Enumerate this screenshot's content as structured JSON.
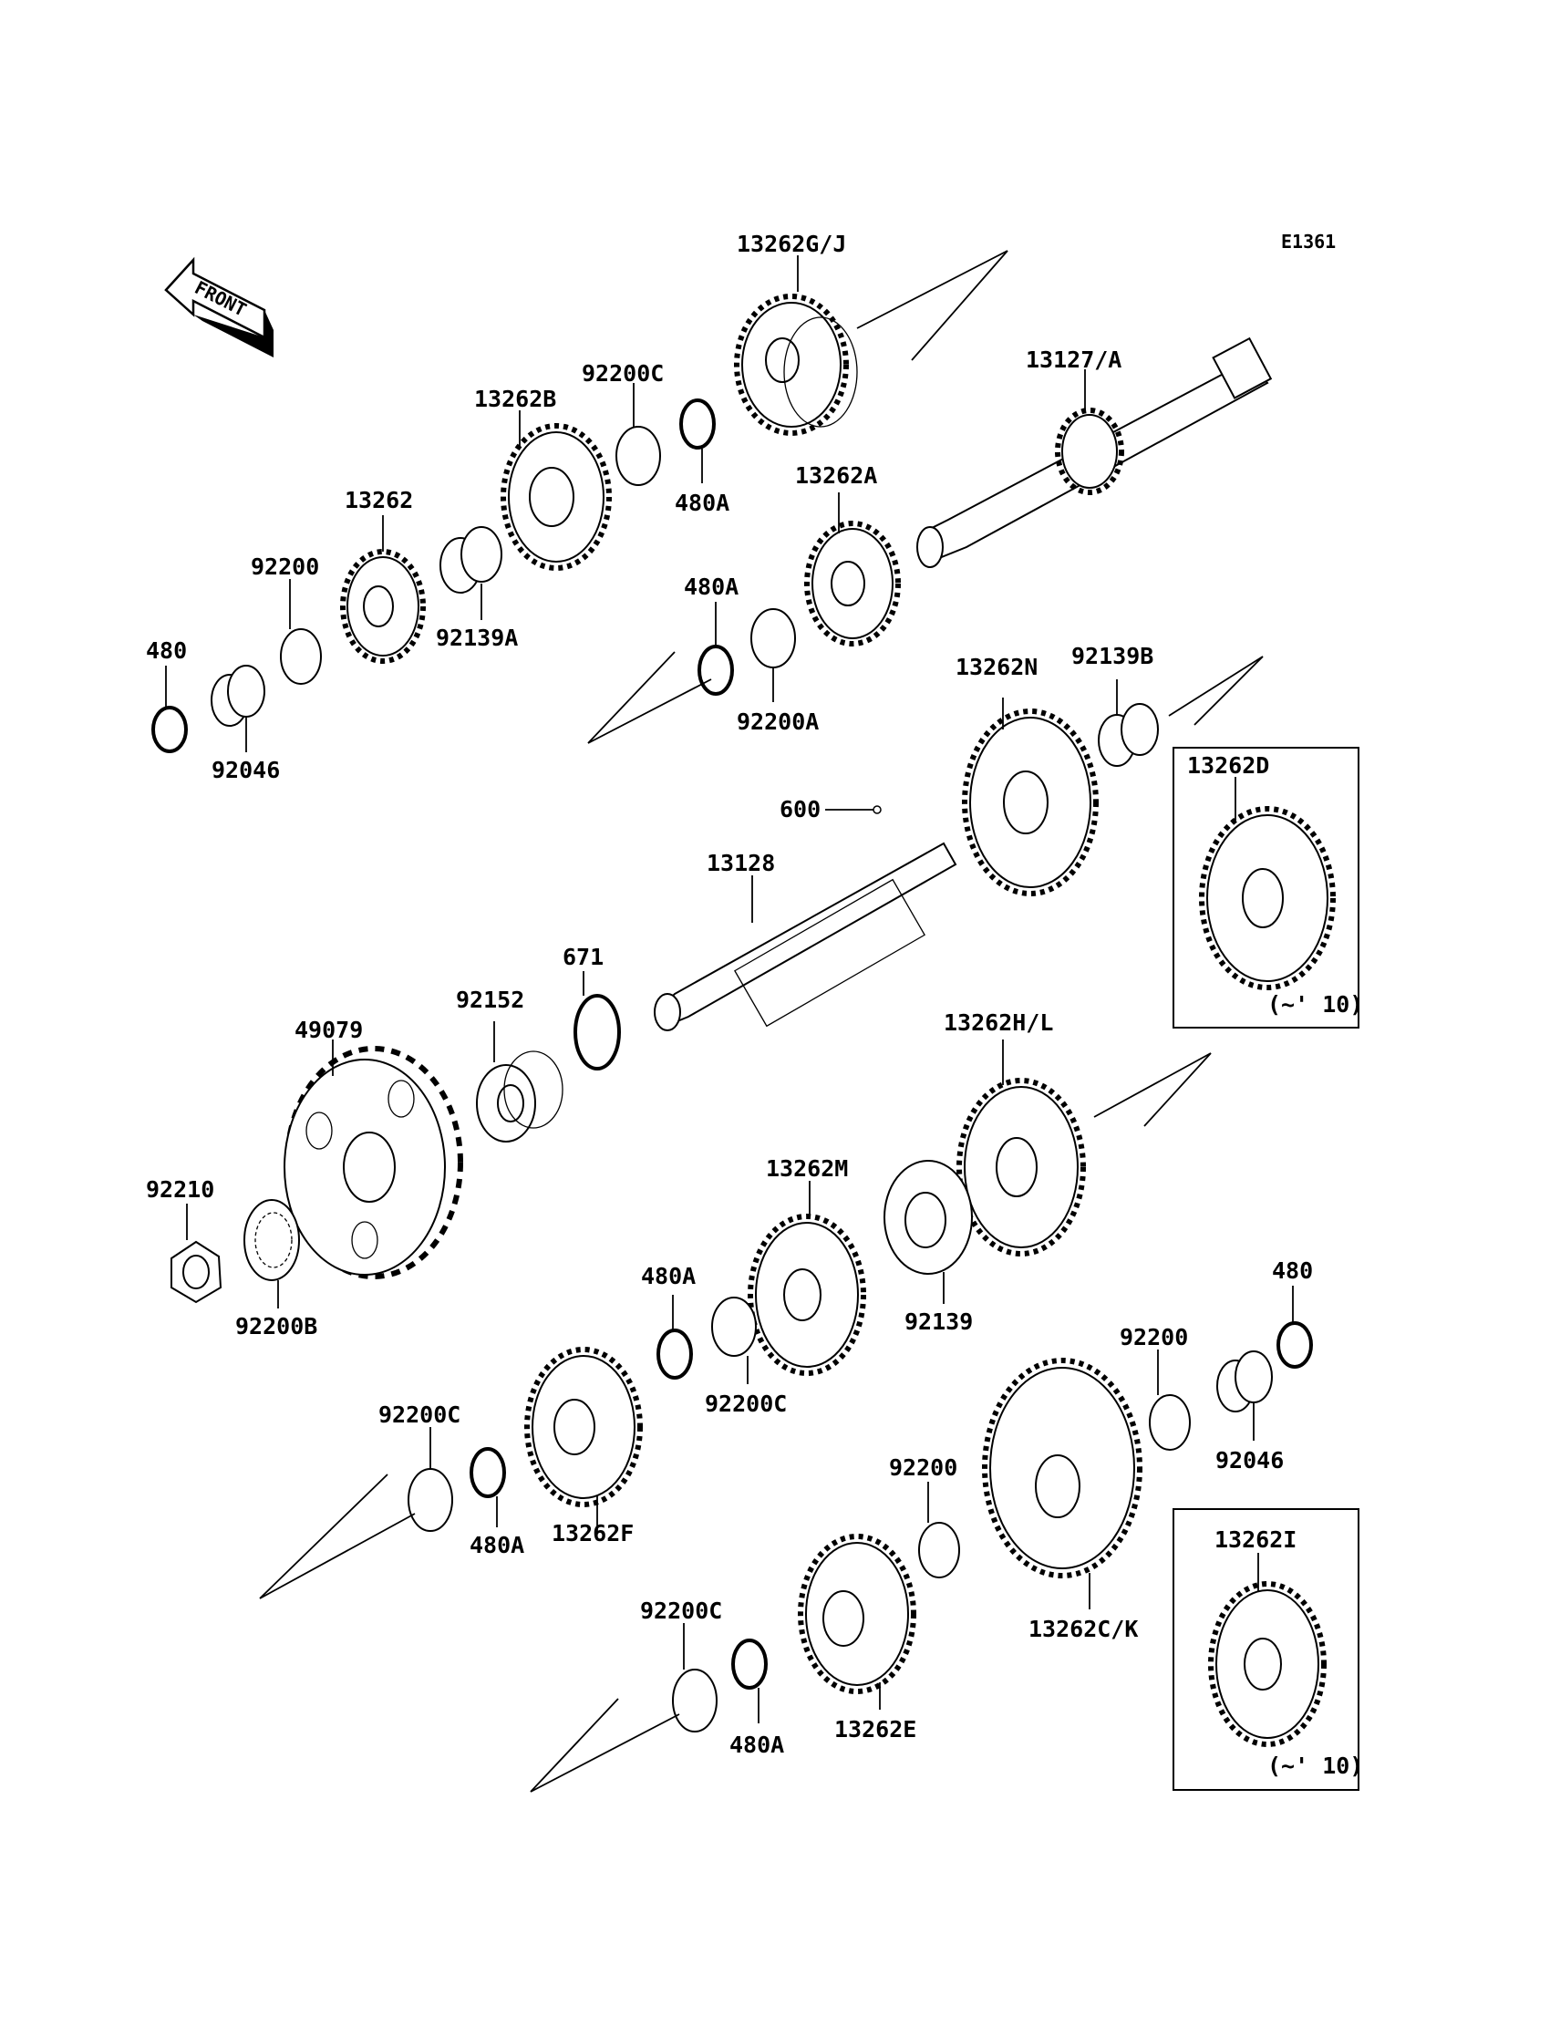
{
  "diagram_code": "E1361",
  "front_label": "FRONT",
  "labels": {
    "p13262GJ": "13262G/J",
    "p13127A": "13127/A",
    "p92200C_top": "92200C",
    "p13262B": "13262B",
    "p480A_top": "480A",
    "p13262A": "13262A",
    "p13262": "13262",
    "p92200_top": "92200",
    "p92139A": "92139A",
    "p480_top": "480",
    "p92046_top": "92046",
    "p480A_mid": "480A",
    "p92200A": "92200A",
    "p13262N": "13262N",
    "p92139B": "92139B",
    "p13262D": "13262D",
    "p13262D_note": "(~' 10)",
    "p600": "600",
    "p13128": "13128",
    "p671": "671",
    "p92152": "92152",
    "p49079": "49079",
    "p13262HL": "13262H/L",
    "p92210": "92210",
    "p92200B": "92200B",
    "p13262M": "13262M",
    "p480A_low": "480A",
    "p92200C_mid": "92200C",
    "p92139": "92139",
    "p480_right": "480",
    "p92200_right": "92200",
    "p92046_right": "92046",
    "p92200C_left": "92200C",
    "p480A_left": "480A",
    "p13262F": "13262F",
    "p92200_low": "92200",
    "p13262CK": "13262C/K",
    "p13262I": "13262I",
    "p13262I_note": "(~' 10)",
    "p92200C_bottom": "92200C",
    "p480A_bottom": "480A",
    "p13262E": "13262E"
  }
}
